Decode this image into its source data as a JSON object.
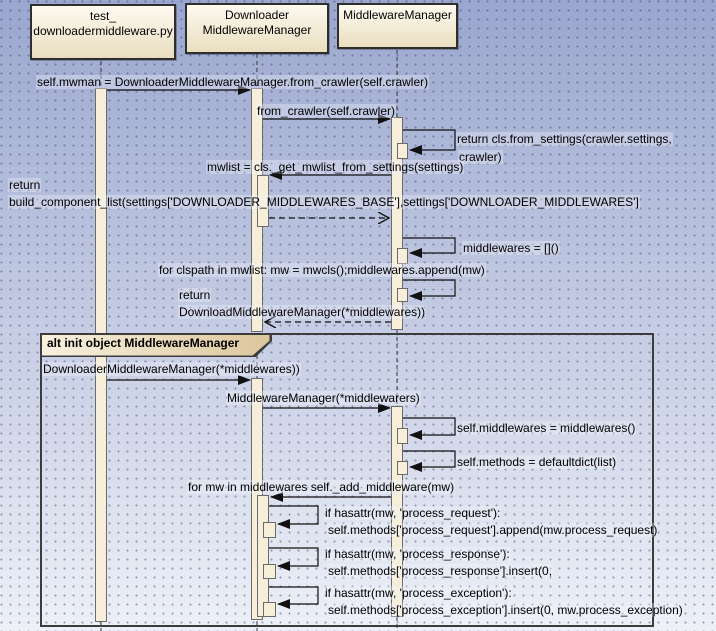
{
  "colors": {
    "background_top": "#9aa6ce",
    "background_bottom": "#edf0f7",
    "box_fill_top": "#fdfaf0",
    "box_fill_bottom": "#eadec0",
    "box_border": "#2e2e2e",
    "bar_fill": "#f6eed9",
    "bar_border": "#6b6b6b",
    "tab_fill_left": "#f8f1df",
    "tab_fill_right": "#dcc69c",
    "fragment_border": "#3c3c3c",
    "line_color": "#111111",
    "text_color": "#000000"
  },
  "participants": [
    {
      "line1": "test_",
      "line2": "downloadermiddleware.py"
    },
    {
      "line1": "Downloader",
      "line2": "MiddlewareManager"
    },
    {
      "line1": "MiddlewareManager",
      "line2": ""
    }
  ],
  "fragment": {
    "label": "alt init object MiddlewareManager"
  },
  "messages": {
    "call_from_crawler_main": "self.mwman = DownloaderMiddlewareManager.from_crawler(self.crawler)",
    "call_from_crawler": "from_crawler(self.crawler)",
    "return_from_settings_1": "return cls.from_settings(crawler.settings,",
    "return_from_settings_2": "crawler)",
    "call_get_mwlist": "mwlist = cls._get_mwlist_from_settings(settings)",
    "return_build_component_1": "return",
    "return_build_component_2": "build_component_list(settings['DOWNLOADER_MIDDLEWARES_BASE'],settings['DOWNLOADER_MIDDLEWARES']",
    "self_middlewares_init": "middlewares = []()",
    "loop_clspath": "for clspath in mwlist: mw = mwcls();middlewares.append(mw)",
    "return_manager_1": "return",
    "return_manager_2": "DownloadMiddlewareManager(*middlewares))",
    "call_downloader_mm": "DownloaderMiddlewareManager(*middlewares))",
    "call_mm": "MiddlewareManager(*middlewarers)",
    "self_set_middlewares": "self.middlewares = middlewares()",
    "self_set_methods": "self.methods = defaultdict(list)",
    "loop_add_middleware": "for mw in middlewares self._add_middleware(mw)",
    "if_request_1": "if hasattr(mw, 'process_request'):",
    "if_request_2": "self.methods['process_request'].append(mw.process_request)",
    "if_response_1": "if hasattr(mw, 'process_response'):",
    "if_response_2": "self.methods['process_response'].insert(0,",
    "if_exception_1": "if hasattr(mw, 'process_exception'):",
    "if_exception_2": "self.methods['process_exception'].insert(0, mw.process_exception)"
  }
}
